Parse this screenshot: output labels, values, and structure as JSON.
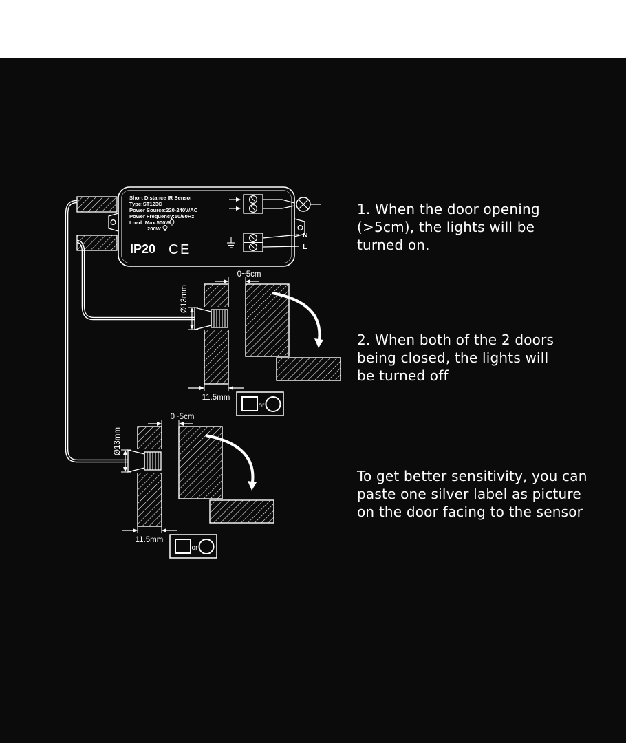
{
  "colors": {
    "background": "#ffffff",
    "panel": "#0b0b0b",
    "ink": "#ffffff"
  },
  "device": {
    "label_lines": [
      "Short Distance IR Sensor",
      "Type:ST123C",
      "Power Source:220-240V/AC",
      "Power Frequency:50/60Hz",
      "Load: Max.500W",
      "200W"
    ],
    "ip_rating": "IP20",
    "ce_mark": "CE",
    "output_n": "N",
    "output_l": "L"
  },
  "instructions": [
    {
      "lines": [
        "1. When the door opening",
        "(>5cm), the lights will be",
        "turned on."
      ]
    },
    {
      "lines": [
        "2. When both of the 2 doors",
        "being closed, the lights will",
        "be turned off"
      ]
    },
    {
      "lines": [
        "To get better sensitivity, you can",
        "paste one silver label as picture",
        "on the door facing to the sensor"
      ]
    }
  ],
  "diagram_top": {
    "gap_label": "0~5cm",
    "diameter_label": "Ø13mm",
    "thickness_label": "11.5mm",
    "or_label": "or"
  },
  "diagram_bottom": {
    "gap_label": "0~5cm",
    "diameter_label": "Ø13mm",
    "thickness_label": "11.5mm",
    "or_label": "or"
  }
}
